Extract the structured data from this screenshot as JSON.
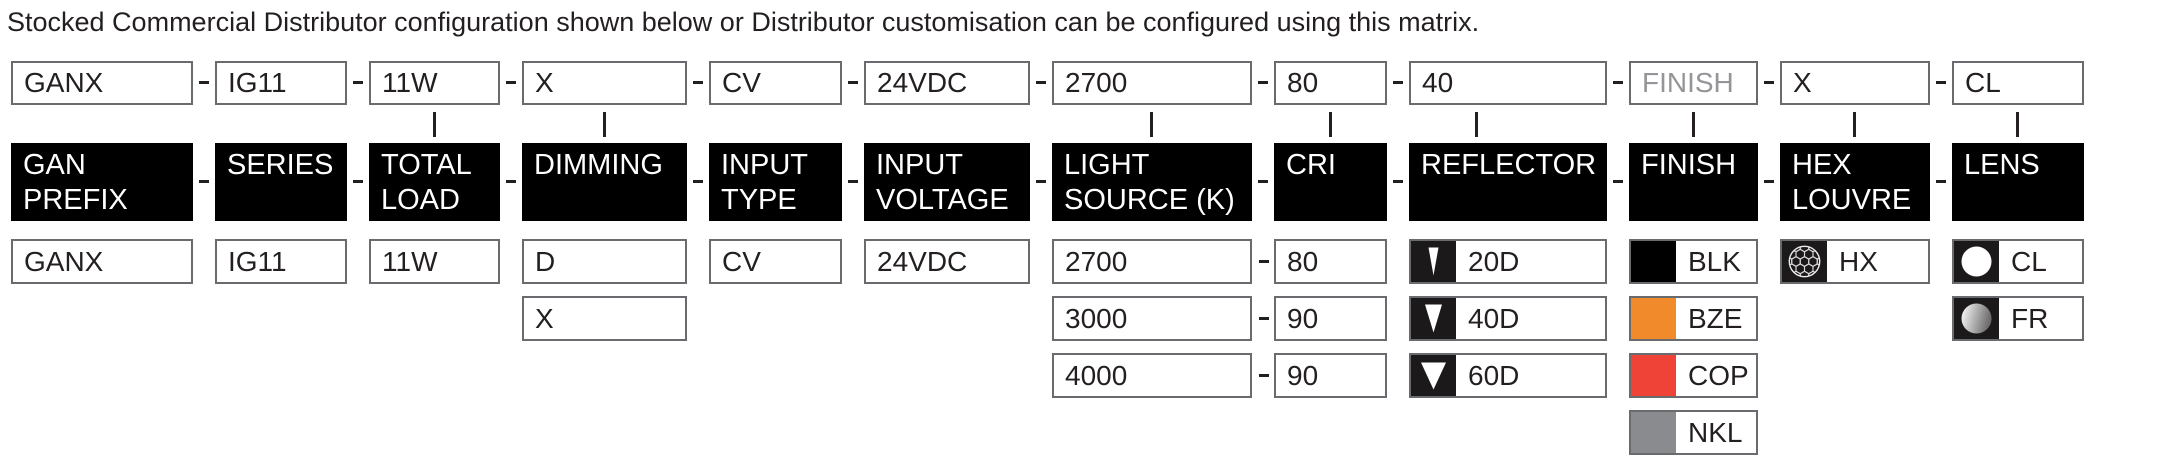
{
  "title": "Stocked Commercial Distributor configuration shown below or Distributor customisation can be configured using this matrix.",
  "colors": {
    "header_bg": "#000000",
    "muted_code_text": "#939598",
    "icon_square_bg": "#1c191a",
    "finish_blk": "#000000",
    "finish_bze": "#F08A2B",
    "finish_cop": "#EF4337",
    "finish_nkl": "#8A8B8E"
  },
  "columns": [
    {
      "code": "GANX",
      "header": "GAN\nPREFIX",
      "options": [
        {
          "label": "GANX"
        }
      ]
    },
    {
      "code": "IG11",
      "header": "SERIES",
      "options": [
        {
          "label": "IG11"
        }
      ]
    },
    {
      "code": "11W",
      "header": "TOTAL\nLOAD",
      "options": [
        {
          "label": "11W"
        }
      ]
    },
    {
      "code": "X",
      "header": "DIMMING",
      "options": [
        {
          "label": "D"
        },
        {
          "label": "X"
        }
      ]
    },
    {
      "code": "CV",
      "header": "INPUT\nTYPE",
      "options": [
        {
          "label": "CV"
        }
      ]
    },
    {
      "code": "24VDC",
      "header": "INPUT\nVOLTAGE",
      "options": [
        {
          "label": "24VDC"
        }
      ]
    },
    {
      "code": "2700",
      "header": "LIGHT\nSOURCE (K)",
      "options": [
        {
          "label": "2700"
        },
        {
          "label": "3000"
        },
        {
          "label": "4000"
        }
      ]
    },
    {
      "code": "80",
      "header": "CRI",
      "options": [
        {
          "label": "80"
        },
        {
          "label": "90"
        },
        {
          "label": "90"
        }
      ]
    },
    {
      "code": "40",
      "header": "REFLECTOR",
      "options": [
        {
          "label": "20D",
          "icon": "beam-narrow-icon"
        },
        {
          "label": "40D",
          "icon": "beam-medium-icon"
        },
        {
          "label": "60D",
          "icon": "beam-wide-icon"
        }
      ]
    },
    {
      "code": "FINISH",
      "header": "FINISH",
      "options": [
        {
          "label": "BLK",
          "swatch": "#000000"
        },
        {
          "label": "BZE",
          "swatch": "#F08A2B"
        },
        {
          "label": "COP",
          "swatch": "#EF4337"
        },
        {
          "label": "NKL",
          "swatch": "#8A8B8E"
        }
      ]
    },
    {
      "code": "X",
      "header": "HEX\nLOUVRE",
      "options": [
        {
          "label": "HX",
          "icon": "hex-louvre-icon"
        }
      ]
    },
    {
      "code": "CL",
      "header": "LENS",
      "options": [
        {
          "label": "CL",
          "icon": "lens-clear-icon"
        },
        {
          "label": "FR",
          "icon": "lens-frosted-icon"
        }
      ]
    }
  ]
}
